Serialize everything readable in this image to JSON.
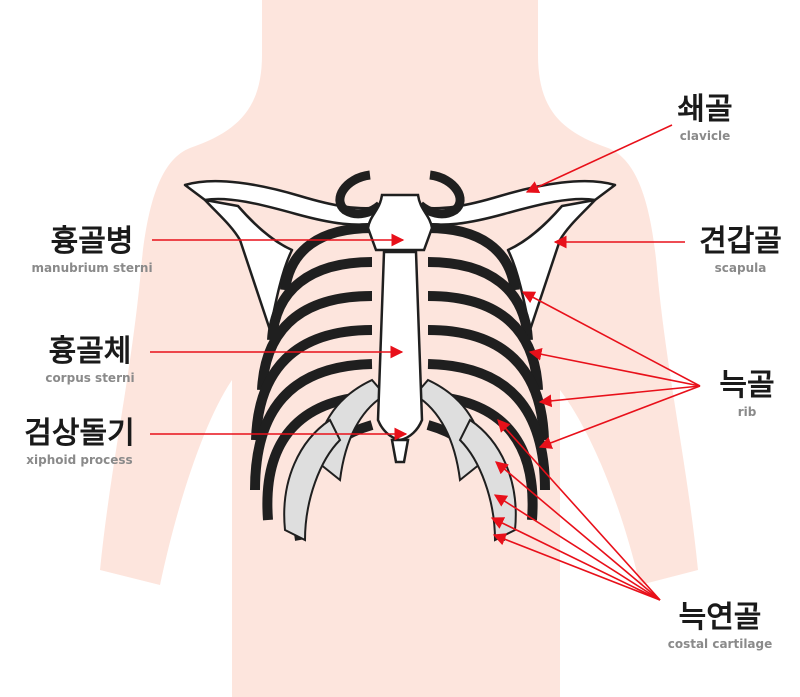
{
  "colors": {
    "skin": "#fde5dd",
    "bone_fill": "#ffffff",
    "bone_stroke": "#1f1f1f",
    "cartilage": "#dedede",
    "arrow": "#e8101a"
  },
  "labels": {
    "clavicle": {
      "ko": "쇄골",
      "en": "clavicle"
    },
    "manubrium": {
      "ko": "흉골병",
      "en": "manubrium sterni"
    },
    "scapula": {
      "ko": "견갑골",
      "en": "scapula"
    },
    "corpus": {
      "ko": "흉골체",
      "en": "corpus sterni"
    },
    "rib": {
      "ko": "늑골",
      "en": "rib"
    },
    "xiphoid": {
      "ko": "검상돌기",
      "en": "xiphoid process"
    },
    "costal": {
      "ko": "늑연골",
      "en": "costal cartilage"
    }
  }
}
